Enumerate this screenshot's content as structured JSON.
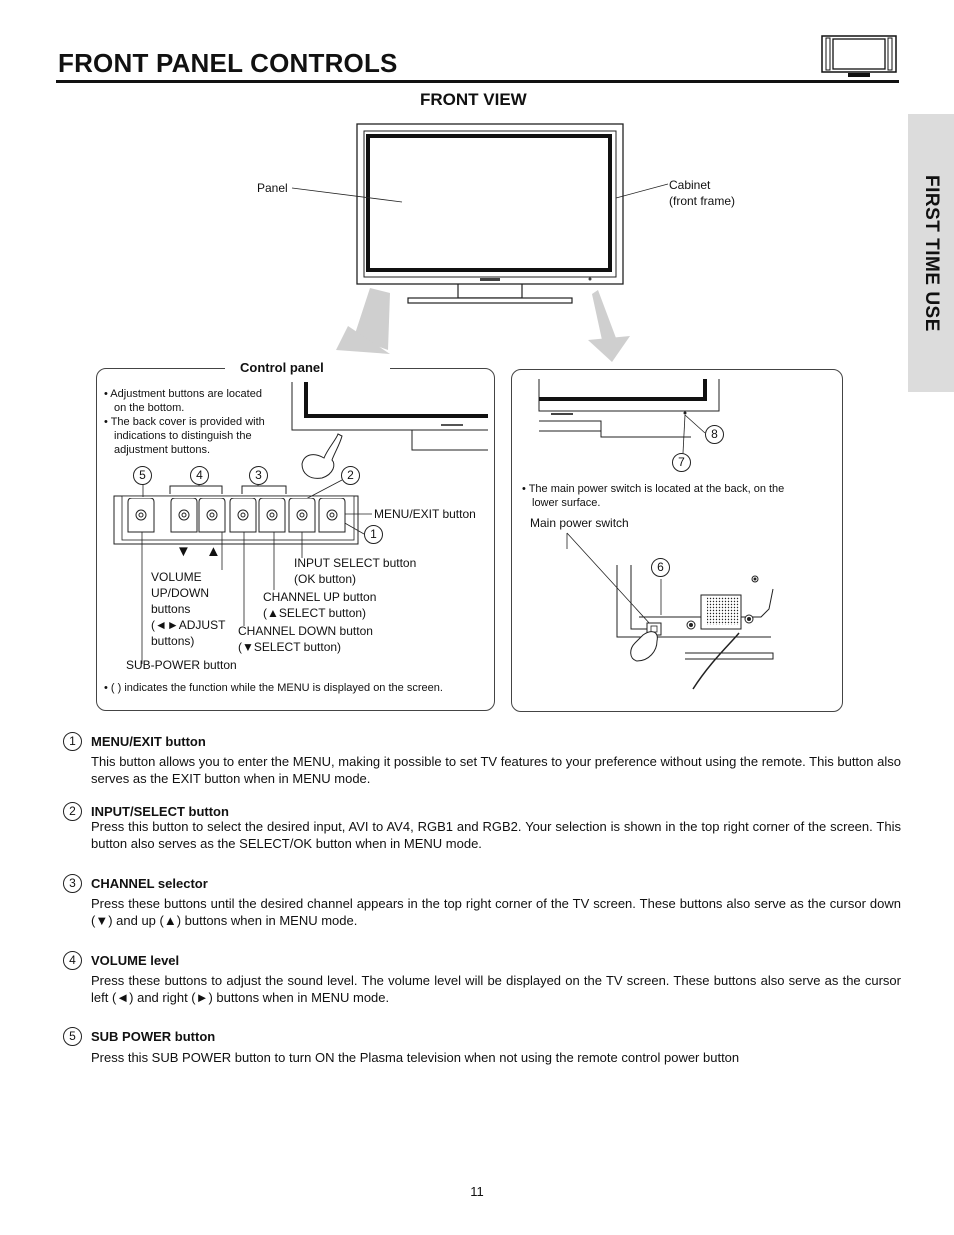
{
  "header": {
    "title": "FRONT PANEL CONTROLS"
  },
  "side_tab": {
    "label": "FIRST TIME USE"
  },
  "front_view": {
    "heading": "FRONT VIEW",
    "panel_label": "Panel",
    "cabinet_label_line1": "Cabinet",
    "cabinet_label_line2": "(front frame)"
  },
  "control_panel": {
    "heading": "Control panel",
    "notes": [
      "• Adjustment buttons are located",
      "on the bottom.",
      "• The back cover is provided with",
      "indications to distinguish the",
      "adjustment buttons."
    ],
    "menu_exit": "MENU/EXIT button",
    "input_select_line1": "INPUT SELECT button",
    "input_select_line2": "(OK button)",
    "channel_up_line1": "CHANNEL UP button",
    "channel_up_line2": "(▲SELECT button)",
    "channel_down_line1": "CHANNEL DOWN button",
    "channel_down_line2": "(▼SELECT button)",
    "volume_lines": [
      "VOLUME",
      "UP/DOWN",
      "buttons",
      "(◄►ADJUST",
      "buttons)"
    ],
    "sub_power": "SUB-POWER button",
    "footnote": "• (    ) indicates the function while the MENU is displayed on the screen.",
    "arrow_down": "▼",
    "arrow_up": "▲"
  },
  "main_power_panel": {
    "note_line1": "• The main power switch is located at the back, on the",
    "note_line2": "lower surface.",
    "switch_label": "Main power switch"
  },
  "callout_numbers": [
    "1",
    "2",
    "3",
    "4",
    "5",
    "6",
    "7",
    "8"
  ],
  "sections": [
    {
      "num": "1",
      "title": "MENU/EXIT button",
      "body": "This button allows you to enter the MENU, making it possible to set TV features to your preference without using the remote.  This button also serves as the EXIT button when in MENU mode."
    },
    {
      "num": "2",
      "title": "INPUT/SELECT button",
      "body": "Press this button to select the desired input, AVI to AV4, RGB1 and RGB2.  Your selection is shown in the top right corner of the screen.  This button also serves as the SELECT/OK button when in MENU mode."
    },
    {
      "num": "3",
      "title": "CHANNEL selector",
      "body": "Press these buttons until the desired channel appears in the top right corner of the TV screen.  These buttons also serve as the cursor down (▼) and up (▲) buttons when in MENU mode."
    },
    {
      "num": "4",
      "title": "VOLUME level",
      "body": "Press these buttons to adjust the sound level.  The volume level will be displayed on the TV screen.  These buttons also serve as the cursor left (◄) and right (►) buttons when in MENU mode."
    },
    {
      "num": "5",
      "title": "SUB POWER button",
      "body": "Press this SUB POWER button to turn ON the Plasma television when not using the remote control power button"
    }
  ],
  "page_number": "11"
}
